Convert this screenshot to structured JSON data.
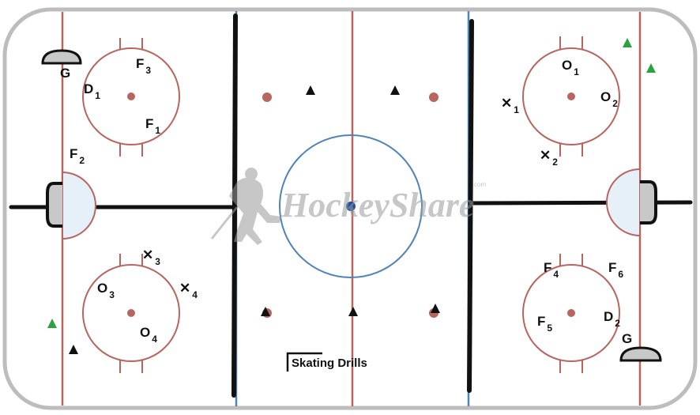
{
  "watermark": {
    "text": "HockeyShare",
    "small": "com"
  },
  "footer": {
    "title": "Skating Drills"
  },
  "colors": {
    "board": "#b9b9b9",
    "red_line": "#b8655f",
    "blue_line": "#4f84b8",
    "crease": "#e6f0f8",
    "green": "#2aa23e"
  },
  "players": [
    {
      "id": "G-left",
      "main": "G",
      "sub": ""
    },
    {
      "id": "F3",
      "main": "F",
      "sub": "3"
    },
    {
      "id": "D1",
      "main": "D",
      "sub": "1"
    },
    {
      "id": "F1",
      "main": "F",
      "sub": "1"
    },
    {
      "id": "F2",
      "main": "F",
      "sub": "2"
    },
    {
      "id": "O1",
      "main": "O",
      "sub": "1"
    },
    {
      "id": "O2",
      "main": "O",
      "sub": "2"
    },
    {
      "id": "X1",
      "main": "✕",
      "sub": "1"
    },
    {
      "id": "X2",
      "main": "✕",
      "sub": "2"
    },
    {
      "id": "X3",
      "main": "✕",
      "sub": "3"
    },
    {
      "id": "X4",
      "main": "✕",
      "sub": "4"
    },
    {
      "id": "O3",
      "main": "O",
      "sub": "3"
    },
    {
      "id": "O4",
      "main": "O",
      "sub": "4"
    },
    {
      "id": "F4",
      "main": "F",
      "sub": "4"
    },
    {
      "id": "F6",
      "main": "F",
      "sub": "6"
    },
    {
      "id": "F5",
      "main": "F",
      "sub": "5"
    },
    {
      "id": "D2",
      "main": "D",
      "sub": "2"
    },
    {
      "id": "G-right",
      "main": "G",
      "sub": ""
    }
  ]
}
